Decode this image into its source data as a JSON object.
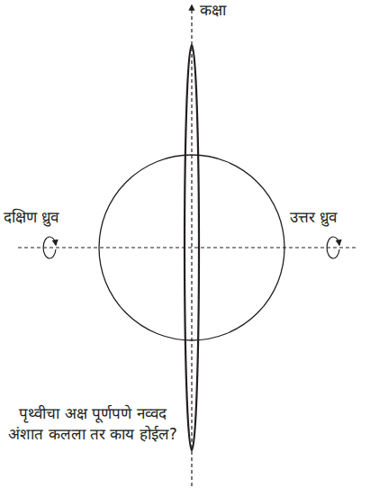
{
  "diagram": {
    "labels": [
      "कक्षा",
      "दक्षिण ध्रुव",
      "उत्तर ध्रुव",
      "पृथ्वीचा अक्ष पूर्णपणे नव्वद अंशात कलला तर काय होईल?"
    ]
  }
}
